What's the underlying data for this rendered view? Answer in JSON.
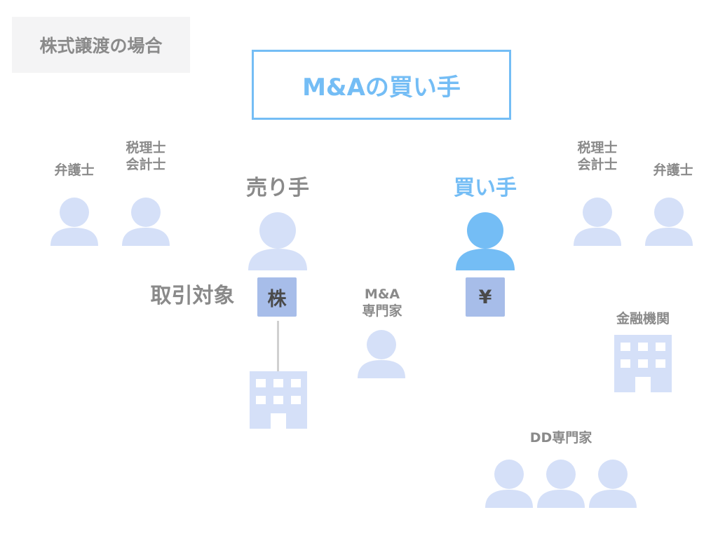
{
  "tag": "株式譲渡の場合",
  "title": "M&Aの買い手",
  "roles": {
    "seller": "売り手",
    "buyer": "買い手",
    "transaction_target": "取引対象",
    "share": "株",
    "yen": "¥",
    "left_lawyer": "弁護士",
    "left_tax_line1": "税理士",
    "left_tax_line2": "会計士",
    "right_tax_line1": "税理士",
    "right_tax_line2": "会計士",
    "right_lawyer": "弁護士",
    "ma_line1": "M&A",
    "ma_line2": "専門家",
    "bank": "金融機関",
    "dd": "DD専門家"
  },
  "colors": {
    "muted_person": "#d5e0f8",
    "buyer_person": "#74bdf5",
    "chip": "#a7bde9",
    "accent_text": "#74bdf5",
    "gray_text": "#8a8a8a"
  },
  "icons": {
    "person": "person-icon",
    "building": "building-icon"
  }
}
